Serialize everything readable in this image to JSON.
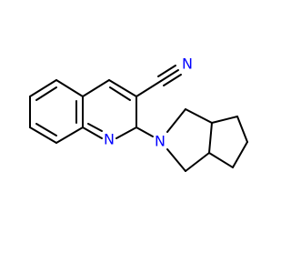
{
  "molecule": {
    "atoms": {
      "n_ring": {
        "label": "N",
        "color": "#0000ff"
      },
      "n_amine": {
        "label": "N",
        "color": "#0000ff"
      },
      "n_nitrile": {
        "label": "N",
        "color": "#0000ff"
      }
    }
  }
}
